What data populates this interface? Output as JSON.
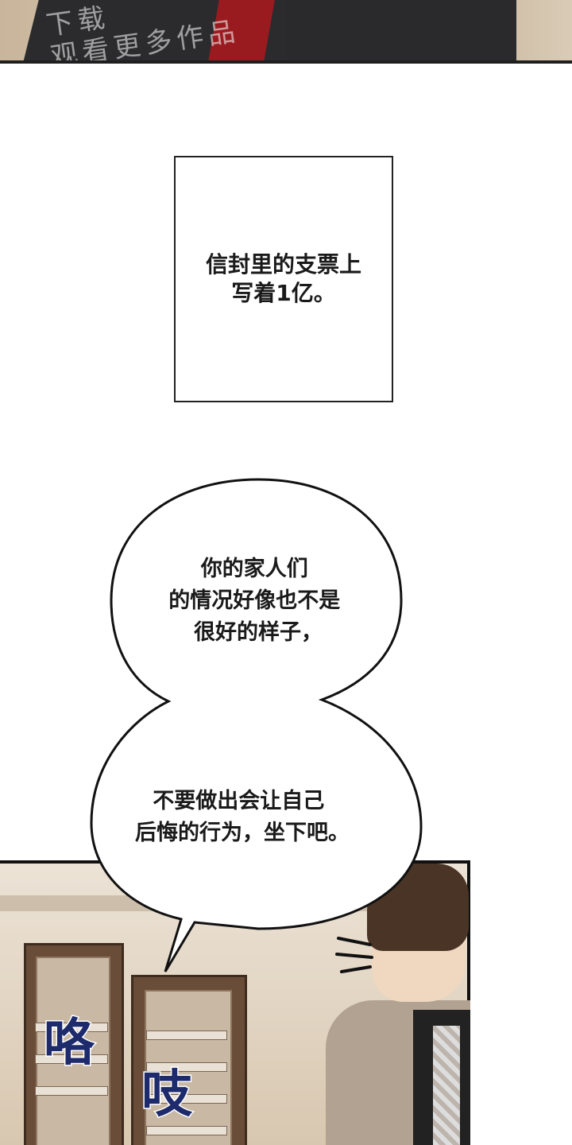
{
  "watermark": "下载\n观看更多作品",
  "caption": "信封里的支票上\n写着1亿。",
  "bubble": {
    "lines_top": [
      "你的家人们",
      "的情况好像也不是",
      "很好的样子，"
    ],
    "lines_bottom": [
      "不要做出会让自己",
      "后悔的行为，坐下吧。"
    ]
  },
  "sfx": {
    "left": "咯",
    "right": "吱"
  },
  "colors": {
    "sfx": "#1d2a6b",
    "tie_top": "#9a1b1f",
    "hair": "#4a3426"
  }
}
